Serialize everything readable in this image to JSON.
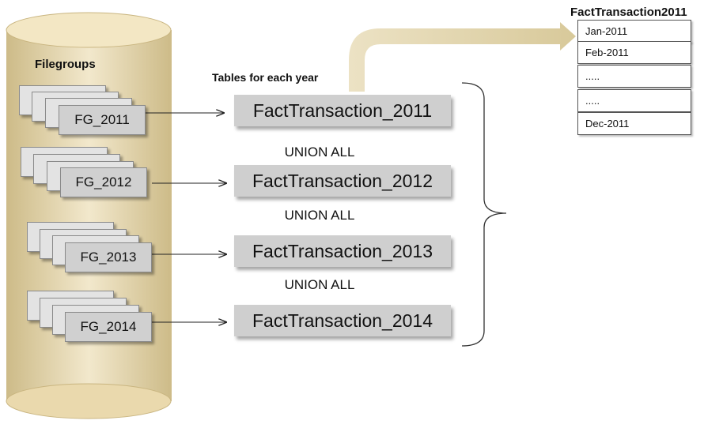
{
  "storage": {
    "title": "Filegroups",
    "filegroups": [
      "FG_2011",
      "FG_2012",
      "FG_2013",
      "FG_2014"
    ]
  },
  "tables": {
    "header": "Tables for each year",
    "items": [
      "FactTransaction_2011",
      "FactTransaction_2012",
      "FactTransaction_2013",
      "FactTransaction_2014"
    ],
    "union_label": "UNION ALL"
  },
  "detail": {
    "title": "FactTransaction2011",
    "months": [
      "Jan-2011",
      "Feb-2011",
      ".....",
      ".....",
      "Dec-2011"
    ]
  },
  "colors": {
    "cylinder_fill": "#e6d6ad",
    "cylinder_edge": "#d2c08e",
    "flow_arrow": "#eadfbf",
    "box_fill": "#cfcfcf"
  }
}
